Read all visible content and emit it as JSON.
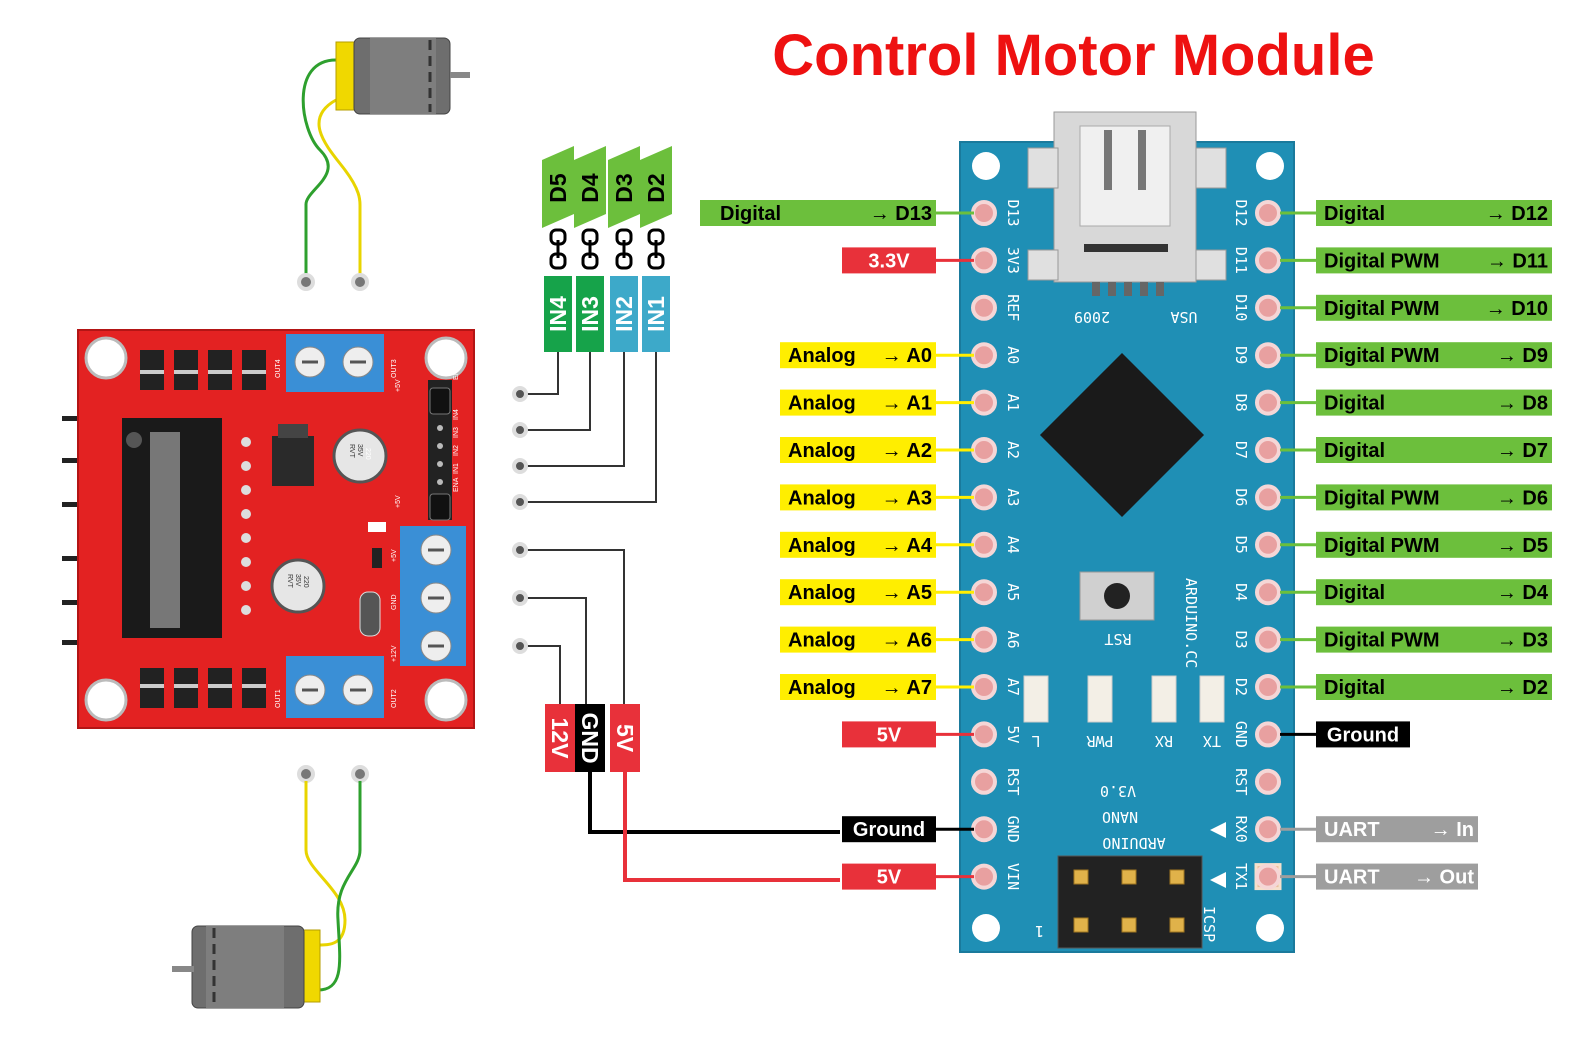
{
  "title": "Control Motor Module",
  "colors": {
    "title": "#ee1111",
    "nano_board": "#1f8fb5",
    "driver_board": "#e32222",
    "digital_label": "#6cbf3c",
    "analog_label": "#ffee00",
    "power_label": "#e8313a",
    "ground_label": "#000000",
    "uart_label": "#9e9e9e",
    "in_green": "#16a34a",
    "in_blue": "#3da9c9"
  },
  "driver_connectors": {
    "d_labels": [
      "D5",
      "D4",
      "D3",
      "D2"
    ],
    "in_labels": [
      "IN4",
      "IN3",
      "IN2",
      "IN1"
    ],
    "power_labels": [
      "12V",
      "GND",
      "5V"
    ]
  },
  "left_pin_labels": [
    {
      "text": "Digital",
      "target": "→ D13",
      "style": "digital"
    },
    {
      "text": "3.3V",
      "target": "",
      "style": "power"
    },
    {
      "text": "",
      "target": "",
      "style": "none"
    },
    {
      "text": "Analog",
      "target": "→ A0",
      "style": "analog"
    },
    {
      "text": "Analog",
      "target": "→ A1",
      "style": "analog"
    },
    {
      "text": "Analog",
      "target": "→ A2",
      "style": "analog"
    },
    {
      "text": "Analog",
      "target": "→ A3",
      "style": "analog"
    },
    {
      "text": "Analog",
      "target": "→ A4",
      "style": "analog"
    },
    {
      "text": "Analog",
      "target": "→ A5",
      "style": "analog"
    },
    {
      "text": "Analog",
      "target": "→ A6",
      "style": "analog"
    },
    {
      "text": "Analog",
      "target": "→ A7",
      "style": "analog"
    },
    {
      "text": "5V",
      "target": "",
      "style": "power"
    },
    {
      "text": "",
      "target": "",
      "style": "none"
    },
    {
      "text": "Ground",
      "target": "",
      "style": "ground"
    },
    {
      "text": "5V",
      "target": "",
      "style": "power"
    }
  ],
  "right_pin_labels": [
    {
      "text": "Digital",
      "target": "→ D12",
      "style": "digital"
    },
    {
      "text": "Digital PWM",
      "target": "→ D11",
      "style": "digital"
    },
    {
      "text": "Digital PWM",
      "target": "→ D10",
      "style": "digital"
    },
    {
      "text": "Digital PWM",
      "target": "→ D9",
      "style": "digital"
    },
    {
      "text": "Digital",
      "target": "→ D8",
      "style": "digital"
    },
    {
      "text": "Digital",
      "target": "→ D7",
      "style": "digital"
    },
    {
      "text": "Digital PWM",
      "target": "→ D6",
      "style": "digital"
    },
    {
      "text": "Digital PWM",
      "target": "→ D5",
      "style": "digital"
    },
    {
      "text": "Digital",
      "target": "→ D4",
      "style": "digital"
    },
    {
      "text": "Digital PWM",
      "target": "→ D3",
      "style": "digital"
    },
    {
      "text": "Digital",
      "target": "→ D2",
      "style": "digital"
    },
    {
      "text": "Ground",
      "target": "",
      "style": "ground"
    },
    {
      "text": "",
      "target": "",
      "style": "none"
    },
    {
      "text": "UART",
      "target": "→ In",
      "style": "uart"
    },
    {
      "text": "UART",
      "target": "→ Out",
      "style": "uart"
    }
  ],
  "board_left_pins": [
    "D13",
    "3V3",
    "REF",
    "A0",
    "A1",
    "A2",
    "A3",
    "A4",
    "A5",
    "A6",
    "A7",
    "5V",
    "RST",
    "GND",
    "VIN"
  ],
  "board_right_pins": [
    "D12",
    "D11",
    "D10",
    "D9",
    "D8",
    "D7",
    "D6",
    "D5",
    "D4",
    "D3",
    "D2",
    "GND",
    "RST",
    "RX0",
    "TX1"
  ],
  "board_silk": {
    "usb_year": "2009",
    "usb_country": "USA",
    "reset": "RST",
    "brand": "ARDUINO.CC",
    "model_line1": "ARDUINO",
    "model_line2": "NANO",
    "model_line3": "V3.0",
    "icsp": "ICSP",
    "leds": [
      "L",
      "PWR",
      "RX",
      "TX"
    ],
    "pin1": "1"
  },
  "driver_silk": {
    "out4": "OUT4",
    "out3": "OUT3",
    "out1": "OUT1",
    "out2": "OUT2",
    "header_pins": [
      "+5V",
      "ENB",
      "IN4",
      "IN3",
      "IN2",
      "IN1",
      "ENA",
      "+5V"
    ],
    "power_pins": [
      "+5V",
      "GND",
      "+12V"
    ],
    "cap_text": [
      "220",
      "35V",
      "RVT"
    ]
  }
}
